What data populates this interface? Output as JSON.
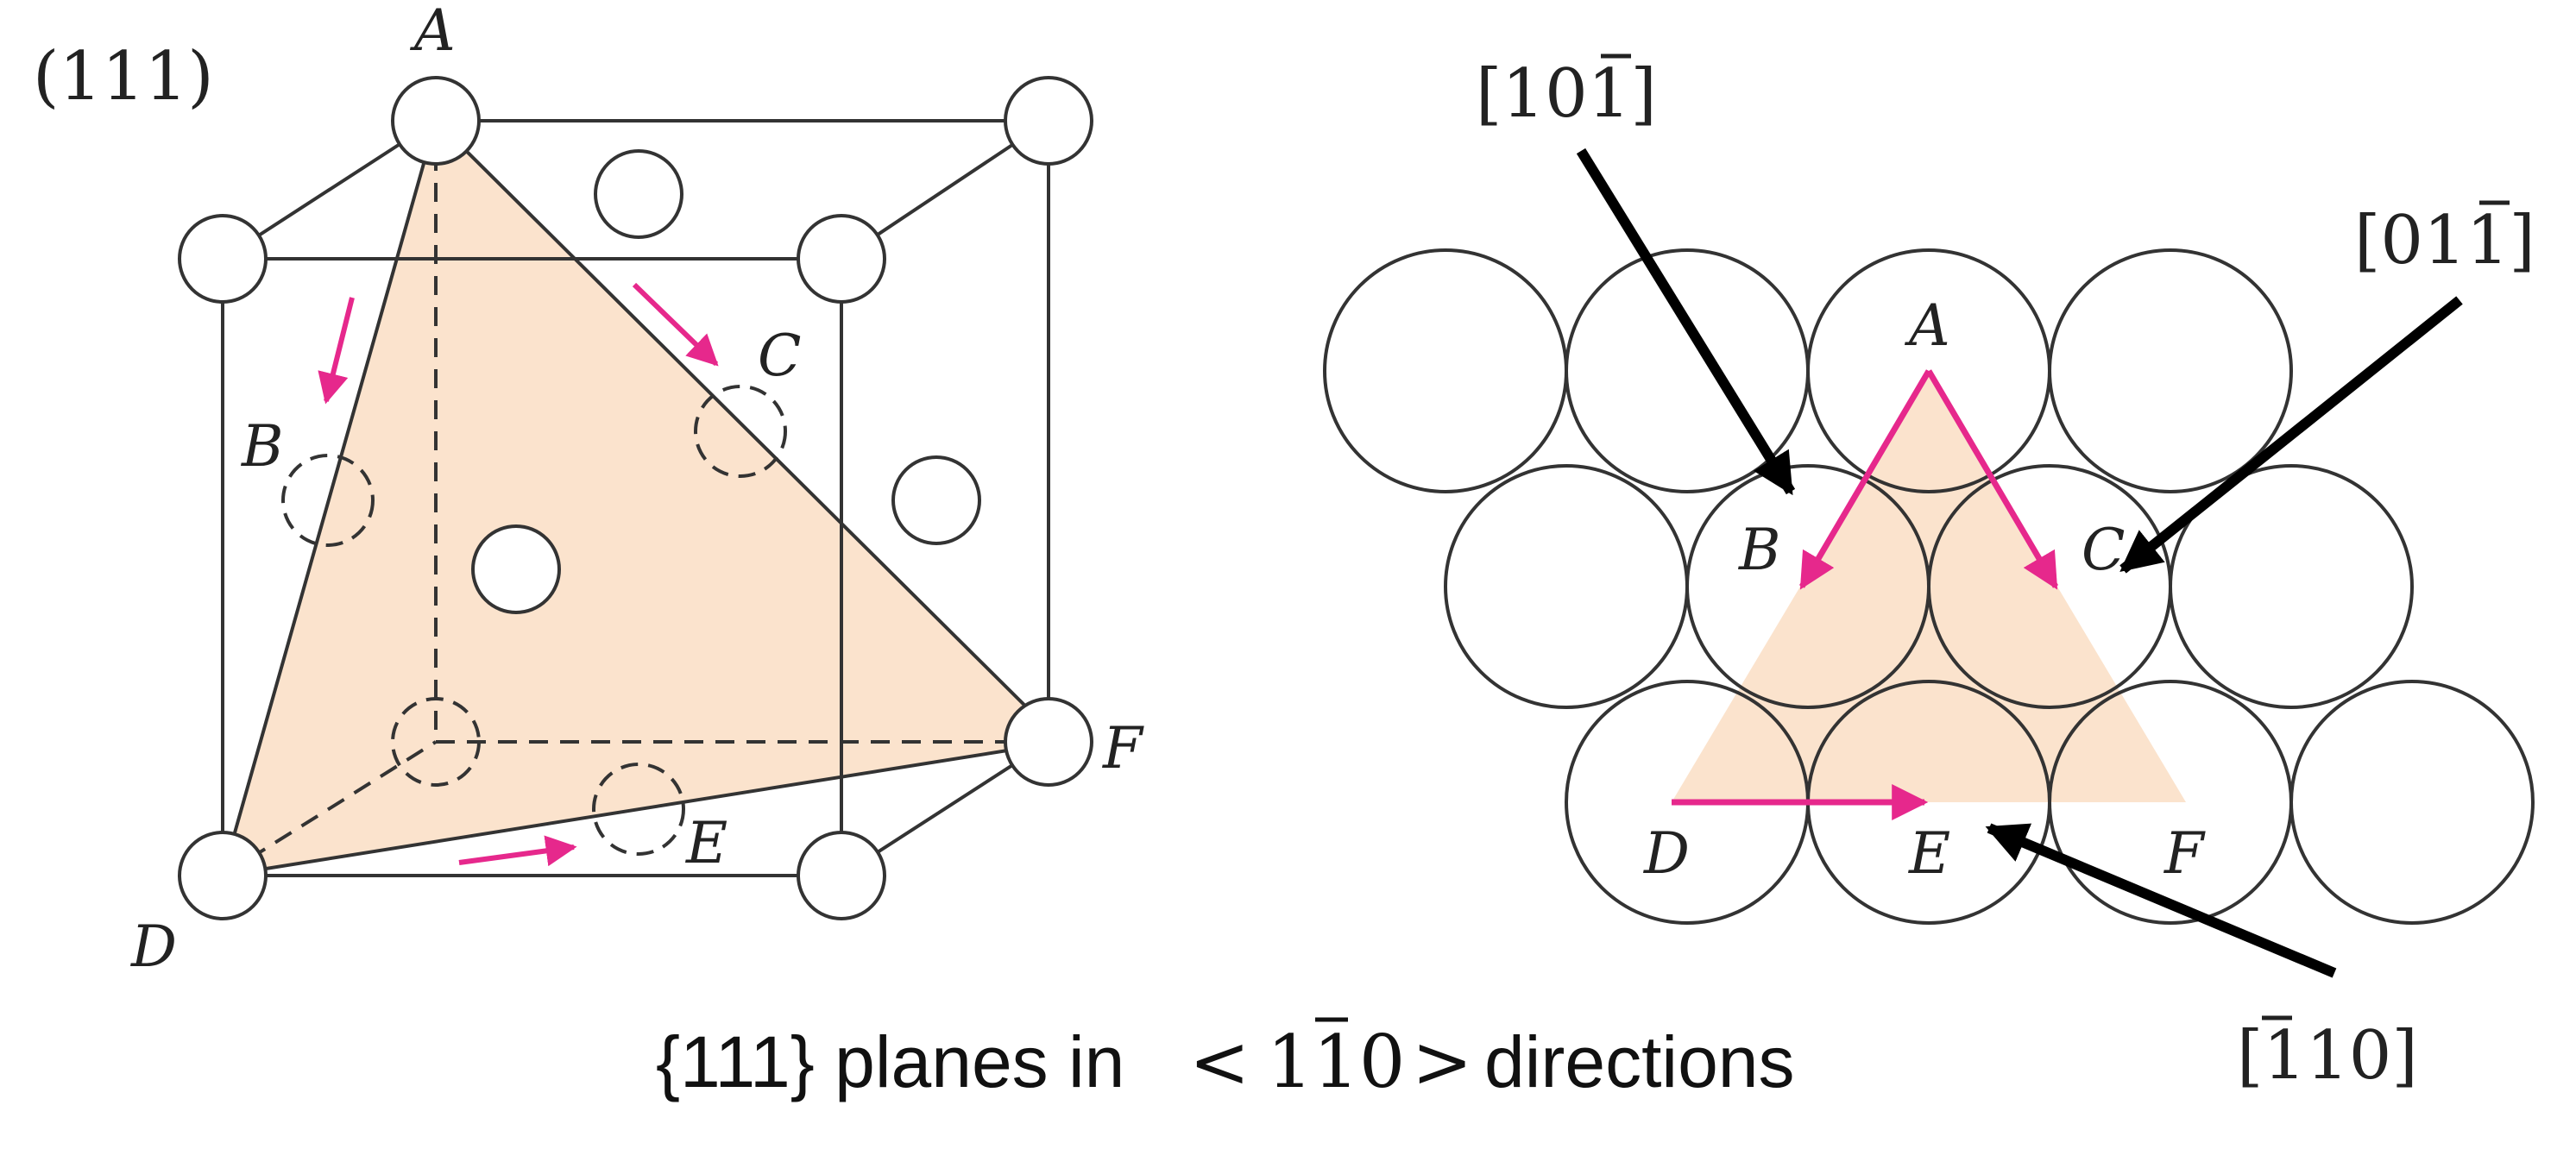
{
  "colors": {
    "plane_fill": "#fbe3cd",
    "arrow_magenta": "#e6288c",
    "line": "#333333",
    "callout_arrow": "#000000"
  },
  "left_figure": {
    "plane_label": "(111)",
    "points": {
      "A": "A",
      "B": "B",
      "C": "C",
      "D": "D",
      "E": "E",
      "F": "F"
    }
  },
  "right_figure": {
    "points": {
      "A": "A",
      "B": "B",
      "C": "C",
      "D": "D",
      "E": "E",
      "F": "F"
    },
    "direction_labels": {
      "ab": {
        "open": "[1",
        "digit1": "0",
        "digit2": "1",
        "close": "]",
        "bar_on": "digit2"
      },
      "ac": {
        "open": "[0",
        "digit1": "1",
        "digit2": "1",
        "close": "]",
        "bar_on": "digit2"
      },
      "de": {
        "open": "[",
        "digit1": "1",
        "digit2": "1",
        "close": "0]",
        "bar_on": "digit1"
      }
    }
  },
  "caption": {
    "prefix": "{111} planes in",
    "lt": "<",
    "d1": "1",
    "d2": "1",
    "d3": "0",
    "gt": ">",
    "suffix": "directions"
  }
}
